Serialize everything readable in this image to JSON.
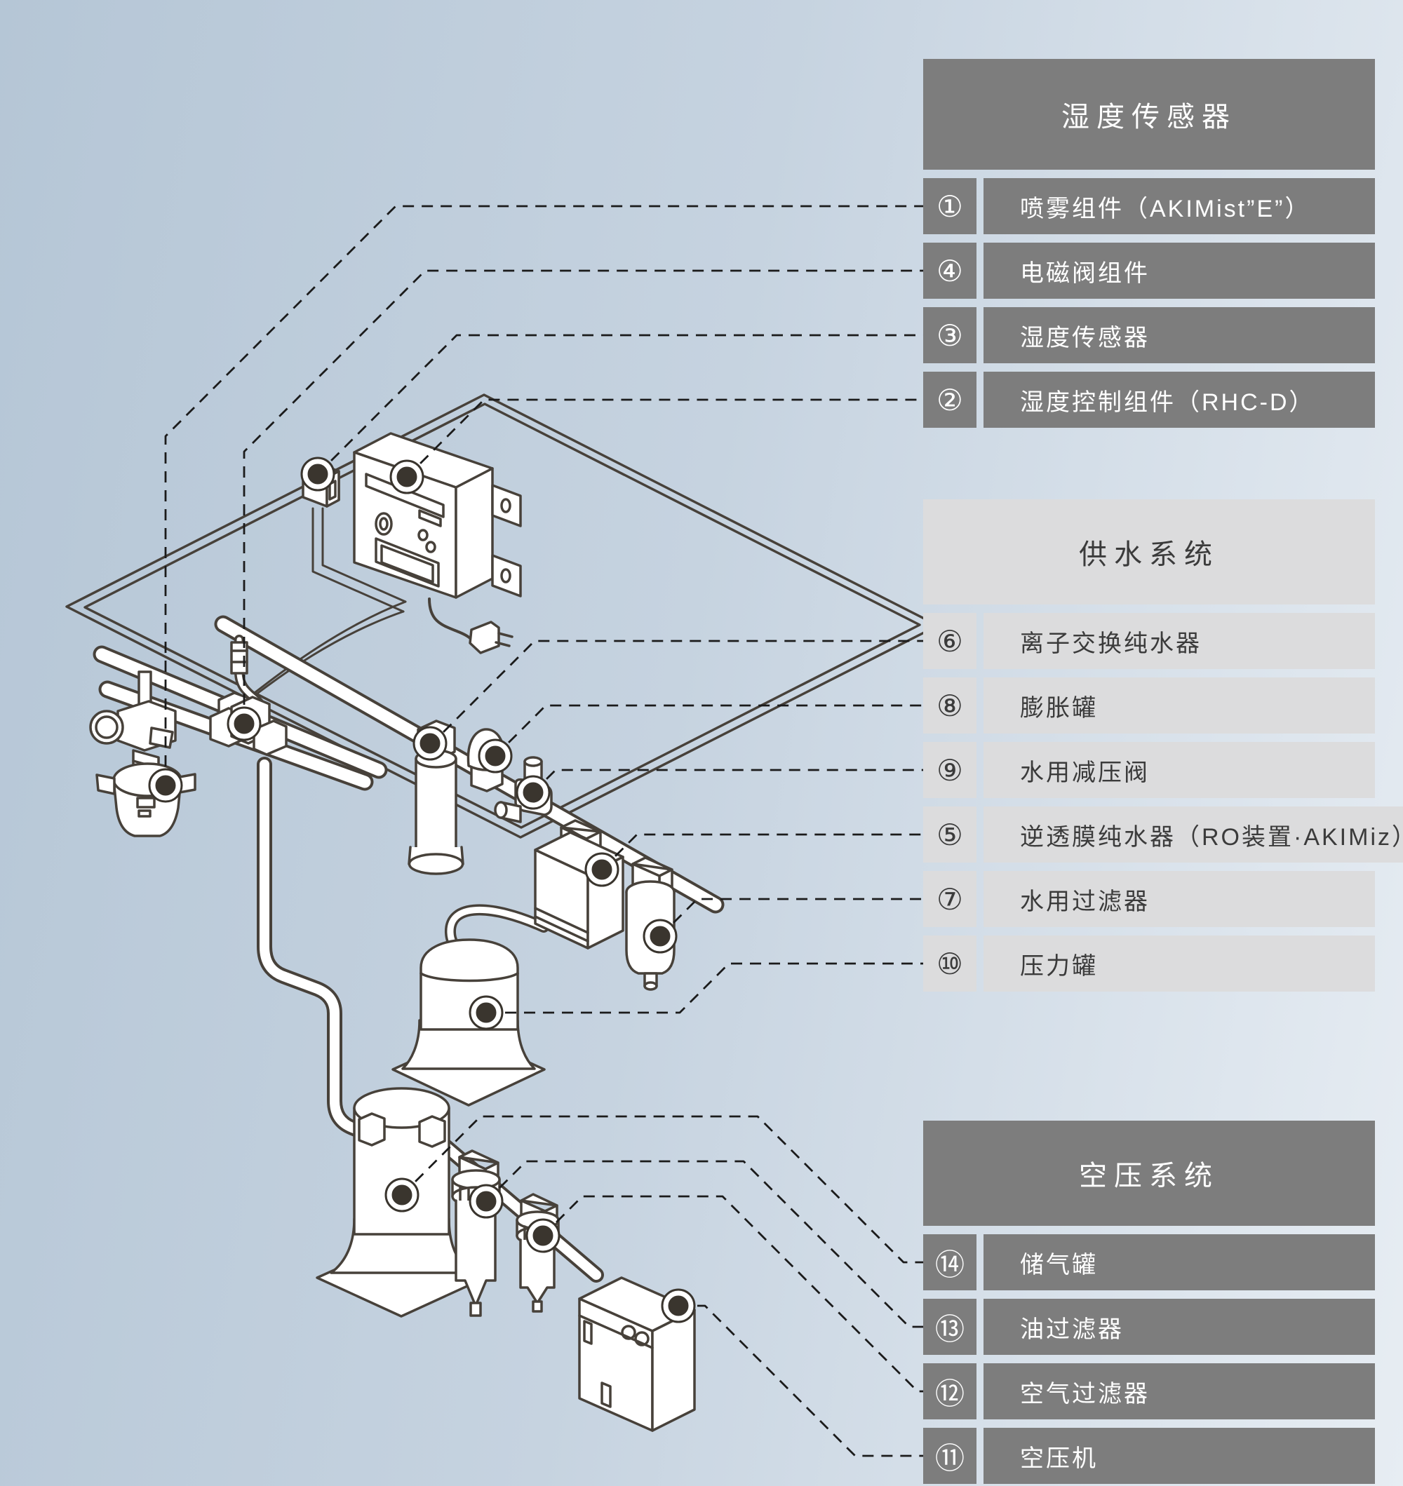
{
  "legend": {
    "sections": [
      {
        "title": "湿度传感器",
        "theme": "dark",
        "items": [
          {
            "num": "①",
            "label": "喷雾组件（AKIMist”E”）"
          },
          {
            "num": "④",
            "label": "电磁阀组件"
          },
          {
            "num": "③",
            "label": "湿度传感器"
          },
          {
            "num": "②",
            "label": "湿度控制组件（RHC-D）"
          }
        ]
      },
      {
        "title": "供水系统",
        "theme": "light",
        "items": [
          {
            "num": "⑥",
            "label": "离子交换纯水器"
          },
          {
            "num": "⑧",
            "label": "膨胀罐"
          },
          {
            "num": "⑨",
            "label": "水用减压阀"
          },
          {
            "num": "⑤",
            "label": "逆透膜纯水器（RO装置·AKIMiz）"
          },
          {
            "num": "⑦",
            "label": "水用过滤器"
          },
          {
            "num": "⑩",
            "label": "压力罐"
          }
        ]
      },
      {
        "title": "空压系统",
        "theme": "dark",
        "items": [
          {
            "num": "⑭",
            "label": "储气罐"
          },
          {
            "num": "⑬",
            "label": "油过滤器"
          },
          {
            "num": "⑫",
            "label": "空气过滤器"
          },
          {
            "num": "⑪",
            "label": "空压机"
          }
        ]
      }
    ]
  },
  "colors": {
    "background_left": "#b5c6d6",
    "background_right": "#e7edf3",
    "header_dark": "#7d7d7d",
    "cell_light": "#dcdcdd",
    "line_art": "#47413a",
    "leader_dash": "#1b1b1b",
    "marker_dot": "#3a352e"
  },
  "diagram": {
    "markers": [
      "spray-unit",
      "solenoid-valve-unit",
      "humidity-sensor",
      "humidity-controller-rhc-d",
      "ion-exchange-purifier",
      "expansion-tank",
      "water-pressure-reducing-valve",
      "ro-membrane-purifier",
      "water-filter",
      "pressure-tank",
      "air-receiver-tank",
      "oil-filter",
      "air-filter",
      "air-compressor"
    ]
  }
}
